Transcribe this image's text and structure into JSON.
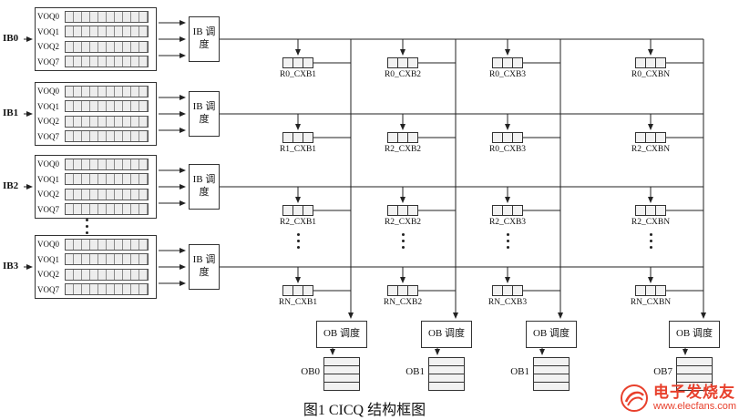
{
  "figure": {
    "caption": "图1  CICQ 结构框图"
  },
  "inputs": {
    "scheduler_label": "IB 调度",
    "voq_labels": [
      "VOQ0",
      "VOQ1",
      "VOQ2",
      "VOQ7"
    ],
    "blocks": [
      {
        "label": "IB0"
      },
      {
        "label": "IB1"
      },
      {
        "label": "IB2"
      },
      {
        "label": "IB3"
      }
    ]
  },
  "crossbar": {
    "rows": [
      {
        "cells": [
          "R0_CXB1",
          "R0_CXB2",
          "R0_CXB3",
          "R0_CXBN"
        ]
      },
      {
        "cells": [
          "R1_CXB1",
          "R2_CXB2",
          "R0_CXB3",
          "R2_CXBN"
        ]
      },
      {
        "cells": [
          "R2_CXB1",
          "R2_CXB2",
          "R2_CXB3",
          "R2_CXBN"
        ]
      },
      {
        "cells": [
          "RN_CXB1",
          "RN_CXB2",
          "RN_CXB3",
          "RN_CXBN"
        ]
      }
    ]
  },
  "outputs": {
    "scheduler_label": "OB 调度",
    "buffers": [
      {
        "label": "OB0"
      },
      {
        "label": "OB1"
      },
      {
        "label": "OB1"
      },
      {
        "label": "OB7"
      }
    ]
  },
  "watermark": {
    "brand": "电子发烧友",
    "url": "www.elecfans.com",
    "color": "#e8402c"
  }
}
